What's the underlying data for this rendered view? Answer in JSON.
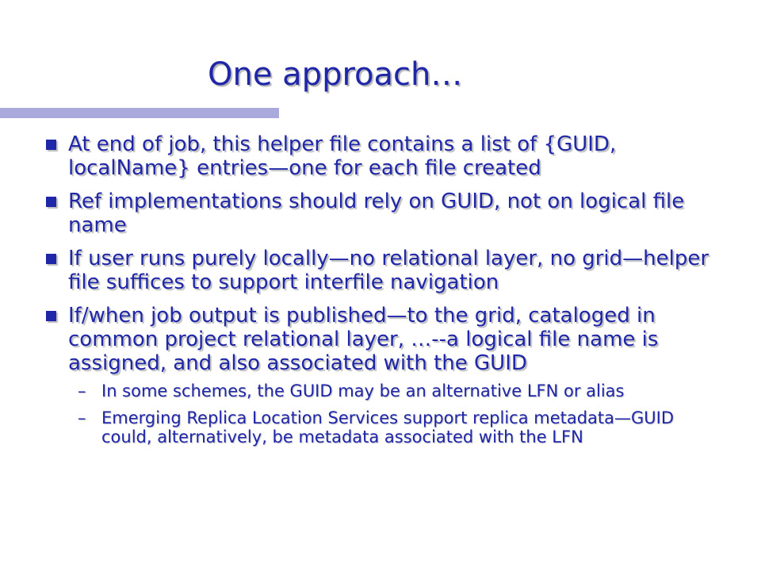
{
  "slide": {
    "title": "One approach…",
    "bullets": [
      {
        "text": "At end of job, this helper file contains a list of {GUID, localName} entries—one for each file created"
      },
      {
        "text": "Ref implementations should rely on GUID, not on logical file name"
      },
      {
        "text": "If user runs purely locally—no relational layer, no grid—helper file suffices to support interfile navigation"
      },
      {
        "text": "If/when job output is published—to the grid, cataloged in common project relational layer, …--a logical file name is assigned, and also associated with the GUID"
      }
    ],
    "sub_bullet_marker": "–",
    "sub_bullets": [
      {
        "text": "In some schemes, the GUID may be an alternative LFN or alias"
      },
      {
        "text": "Emerging Replica Location Services support replica metadata—GUID could, alternatively, be metadata associated with the LFN"
      }
    ],
    "colors": {
      "text": "#1f26a8",
      "title_bar": "#a9a9dc",
      "background": "#ffffff"
    }
  }
}
